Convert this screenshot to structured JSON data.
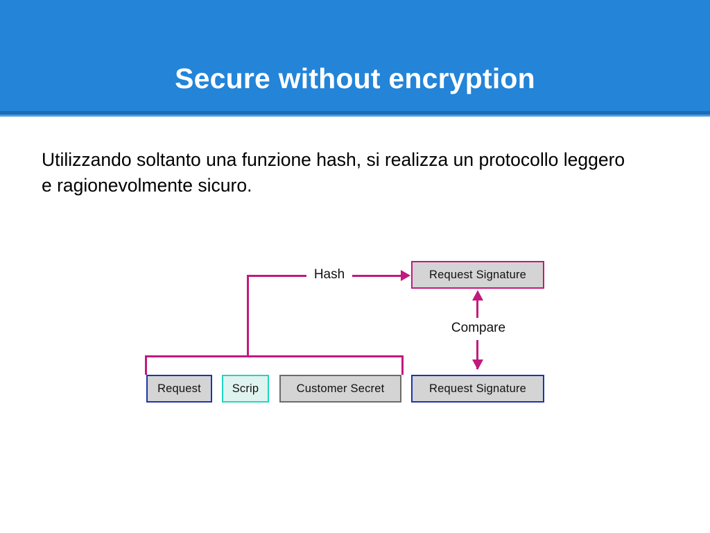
{
  "slide": {
    "title": "Secure without encryption",
    "body_text": "Utilizzando soltanto una funzione hash, si realizza un protocollo leggero e ragionevolmente sicuro.",
    "header_color": "#2384d8",
    "header_stripe_color": "#1a6cb5",
    "title_color": "#ffffff",
    "background_color": "#ffffff"
  },
  "diagram": {
    "connector_color": "#c2197e",
    "nodes": [
      {
        "id": "request-signature-top",
        "label": "Request Signature",
        "border_color": "#c2197e",
        "fill_color": "#d4d4d4"
      },
      {
        "id": "request",
        "label": "Request",
        "border_color": "#1b35ad",
        "fill_color": "#d4d4d4"
      },
      {
        "id": "scrip",
        "label": "Scrip",
        "border_color": "#1fd6c0",
        "fill_color": "#dff3ef"
      },
      {
        "id": "customer-secret",
        "label": "Customer Secret",
        "border_color": "#6e6b67",
        "fill_color": "#d4d4d4"
      },
      {
        "id": "request-signature-bottom",
        "label": "Request Signature",
        "border_color": "#1b35ad",
        "fill_color": "#d4d4d4"
      }
    ],
    "edges": [
      {
        "id": "hash-edge",
        "label": "Hash",
        "from": "request+scrip+customer-secret",
        "to": "request-signature-top",
        "direction": "right"
      },
      {
        "id": "compare-edge",
        "label": "Compare",
        "from": "request-signature-bottom",
        "to": "request-signature-top",
        "direction": "bidirectional-vertical"
      }
    ]
  }
}
